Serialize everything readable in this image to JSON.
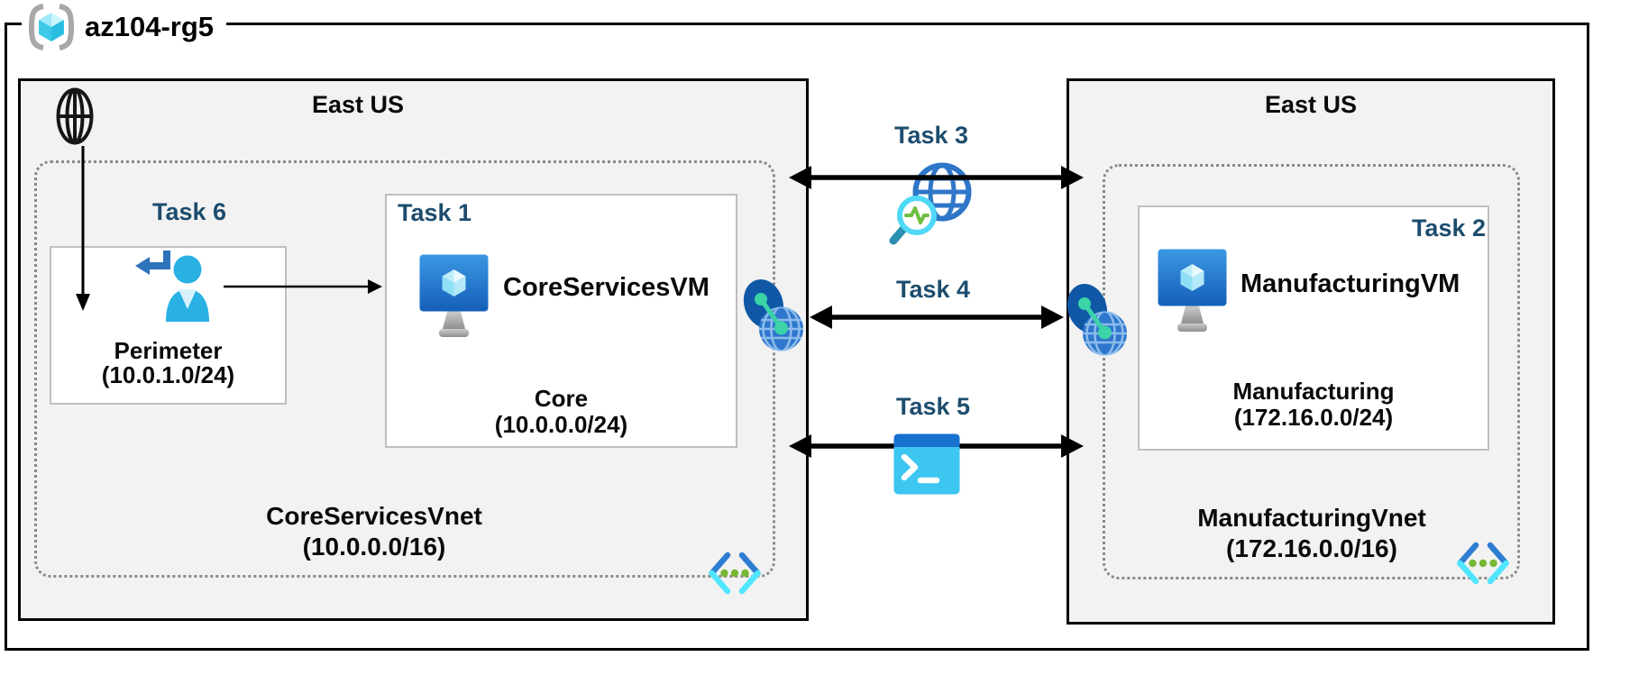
{
  "title": {
    "resource_group": "az104-rg5"
  },
  "regions": {
    "left": {
      "label": "East US",
      "vnet": {
        "name": "CoreServicesVnet",
        "cidr": "(10.0.0.0/16)"
      },
      "subnets": [
        {
          "task": "Task 6",
          "name": "Perimeter",
          "cidr": "(10.0.1.0/24)",
          "vm": ""
        },
        {
          "task": "Task 1",
          "name": "Core",
          "cidr": "(10.0.0.0/24)",
          "vm": "CoreServicesVM"
        }
      ]
    },
    "right": {
      "label": "East US",
      "vnet": {
        "name": "ManufacturingVnet",
        "cidr": "(172.16.0.0/16)"
      },
      "subnets": [
        {
          "task": "Task 2",
          "name": "Manufacturing",
          "cidr": "(172.16.0.0/24)",
          "vm": "ManufacturingVM"
        }
      ]
    }
  },
  "connections": [
    {
      "label": "Task 3",
      "icon": "globe-search-icon"
    },
    {
      "label": "Task 4",
      "icon": "none"
    },
    {
      "label": "Task 5",
      "icon": "terminal-icon"
    }
  ],
  "icons": {
    "resource_group": "resource-group-icon",
    "internet": "internet-globe-icon",
    "perimeter_user": "user-signin-icon",
    "virtual_machine": "virtual-machine-icon",
    "virtual_network": "virtual-network-icon",
    "peering": "vnet-peering-icon",
    "monitoring": "globe-search-icon",
    "shell": "terminal-icon"
  },
  "colors": {
    "task_label": "#1d4d6e",
    "region_fill": "#f2f2f2",
    "border": "#000000",
    "subnet_border": "#bfbfbf",
    "dotted_border": "#8a8a8a",
    "azure_blue": "#2e77cc",
    "cyan": "#50e6ff",
    "vnet_dot_green": "#76b833",
    "peering_teal": "#3bd3a7",
    "person_cyan": "#29b1e4"
  }
}
